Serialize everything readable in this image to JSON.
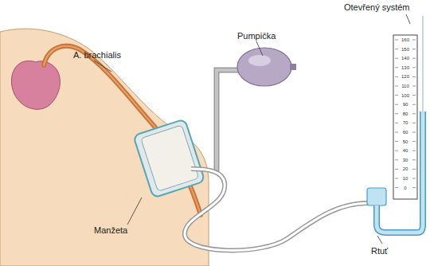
{
  "diagram": {
    "labels": [
      "Otevřený systém",
      "A. brachialis",
      "Pumpička",
      "Manžeta",
      "Rtuť",
      "160",
      "150",
      "140",
      "130",
      "120",
      "110",
      "100",
      "90",
      "80",
      "70",
      "60",
      "50",
      "40",
      "30",
      "20",
      "10",
      "0"
    ]
  }
}
